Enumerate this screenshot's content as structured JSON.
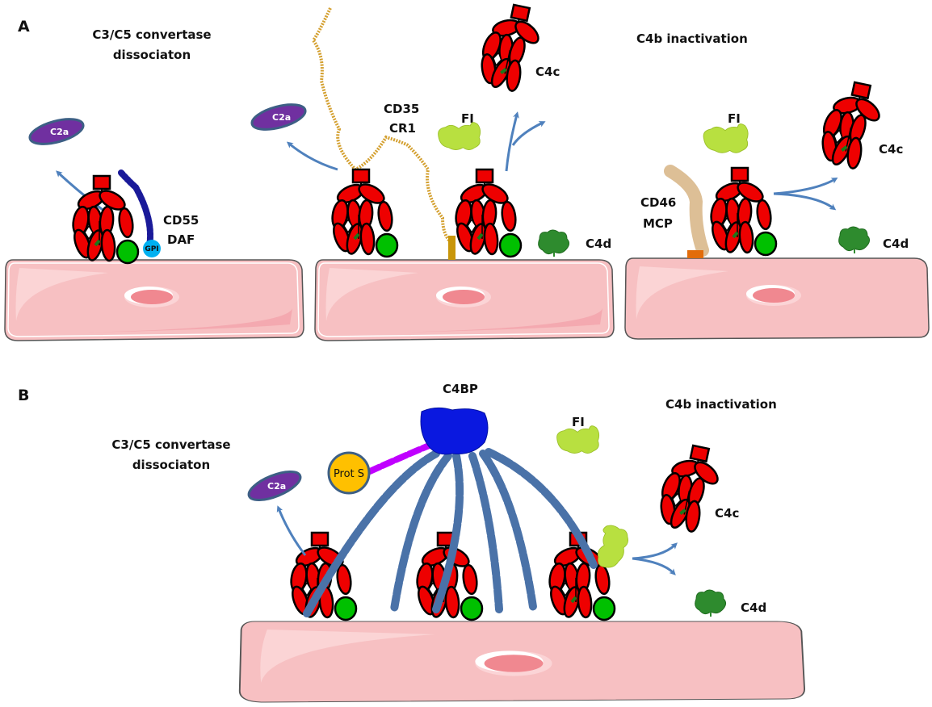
{
  "figure": {
    "panels": [
      {
        "letter": "A",
        "titles": {
          "convertase": [
            "C3/C5 convertase",
            "dissociaton"
          ],
          "inactivation": "C4b inactivation"
        },
        "labels": {
          "c2a_1": "C2a",
          "c2a_2": "C2a",
          "cd55": [
            "CD55",
            "DAF"
          ],
          "gpi": "GPI",
          "cd35": [
            "CD35",
            "CR1"
          ],
          "fi_1": "FI",
          "c4c_1": "C4c",
          "c4d_1": "C4d",
          "fi_2": "FI",
          "cd46": [
            "CD46",
            "MCP"
          ],
          "c4c_2": "C4c",
          "c4d_2": "C4d"
        }
      },
      {
        "letter": "B",
        "titles": {
          "convertase": [
            "C3/C5 convertase",
            "dissociaton"
          ],
          "inactivation": "C4b inactivation"
        },
        "labels": {
          "c4bp": "C4BP",
          "prot_s": "Prot S",
          "c2a": "C2a",
          "fi": "FI",
          "c4c": "C4c",
          "c4d": "C4d"
        }
      }
    ],
    "colors": {
      "c4b_red": "#ee0000",
      "c4b_green": "#00c000",
      "c2a_purple": "#7030a0",
      "c2a_border": "#3d5f85",
      "arrow_blue": "#4f81bd",
      "cell_fill": "#f7c0c2",
      "cell_border": "#e8808a",
      "nucleus": "#f08890",
      "daf_blue": "#1a1a99",
      "gpi_cyan": "#00b0f0",
      "cr1_gold": "#d4a030",
      "mcp_tan": "#ddbf96",
      "mcp_anchor": "#e36c0a",
      "fi_yellowgreen": "#b8e040",
      "c4d_green": "#2e8b2e",
      "c4bp_blue": "#0a18e0",
      "ccp_blue": "#4a72a8",
      "prot_s_gold": "#ffc000",
      "prot_s_link": "#c000ff"
    }
  }
}
